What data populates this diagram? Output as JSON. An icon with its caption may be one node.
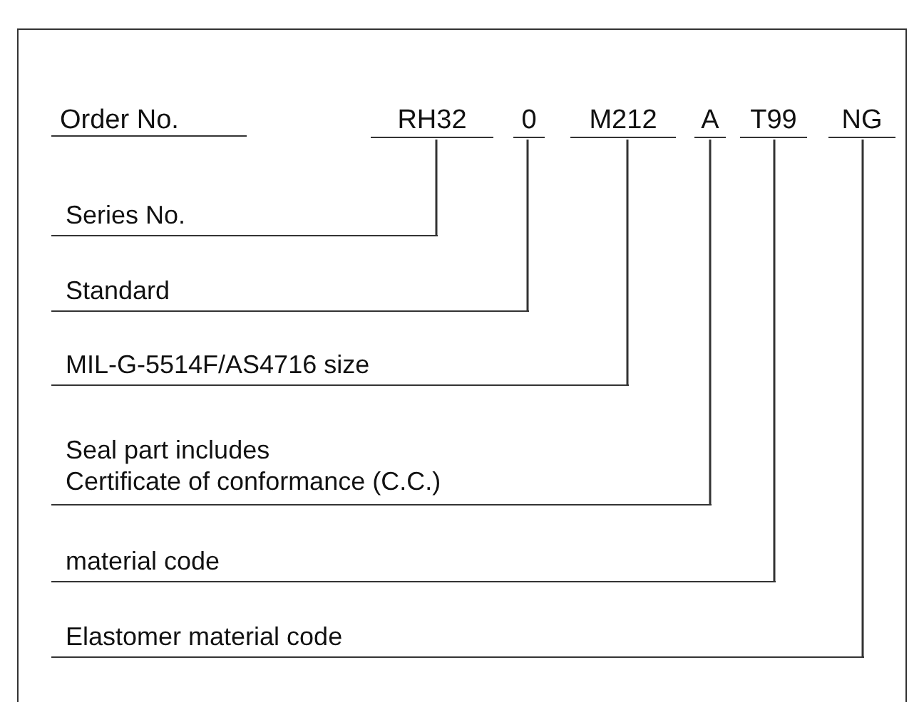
{
  "diagram": {
    "nodes": [
      {
        "text": [
          "RH32"
        ]
      },
      {
        "text": [
          "0"
        ]
      },
      {
        "text": [
          "M212"
        ]
      },
      {
        "text": [
          "A"
        ]
      },
      {
        "text": [
          "T99"
        ]
      },
      {
        "text": [
          "NG"
        ]
      },
      {
        "text": [
          "Series No."
        ]
      },
      {
        "text": [
          "Standard"
        ]
      },
      {
        "text": [
          "MIL-G-5514F/AS4716 size"
        ]
      },
      {
        "text": [
          "Seal part includes",
          "Certificate of conformance (C.C.)"
        ]
      },
      {
        "text": [
          "material code"
        ]
      },
      {
        "text": [
          "Elastomer material code"
        ]
      }
    ],
    "edges": [
      {
        "from": 6,
        "to": 0,
        "arrow": "none"
      },
      {
        "from": 7,
        "to": 1,
        "arrow": "none"
      },
      {
        "from": 8,
        "to": 2,
        "arrow": "none"
      },
      {
        "from": 9,
        "to": 3,
        "arrow": "none"
      },
      {
        "from": 10,
        "to": 4,
        "arrow": "none"
      },
      {
        "from": 11,
        "to": 5,
        "arrow": "none"
      }
    ],
    "labels": [
      "Order No."
    ]
  }
}
